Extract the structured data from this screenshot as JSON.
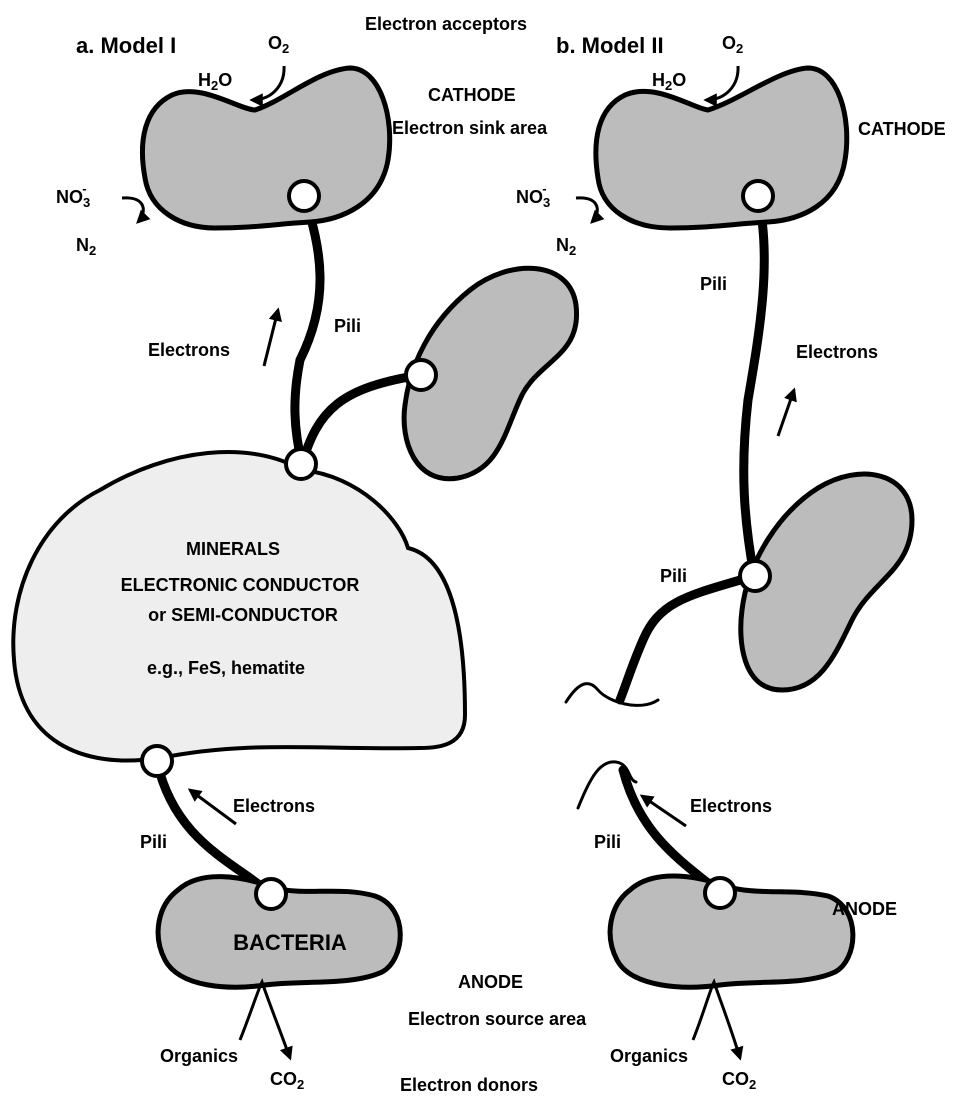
{
  "header": {
    "top_label": "Electron acceptors"
  },
  "model_a": {
    "title": "a. Model I",
    "cathode": "CATHODE",
    "cathode_sub": "Electron sink area",
    "o2_base": "O",
    "o2_sub": "2",
    "h2o_h": "H",
    "h2o_sub": "2",
    "h2o_o": "O",
    "no3_base": "NO",
    "no3_sub": "3",
    "no3_sup": "-",
    "n2_base": "N",
    "n2_sub": "2",
    "electrons_upper": "Electrons",
    "pili_upper": "Pili",
    "minerals_title": "MINERALS",
    "minerals_line1": "ELECTRONIC CONDUCTOR",
    "minerals_line2": "or SEMI-CONDUCTOR",
    "minerals_eg": "e.g., FeS, hematite",
    "electrons_lower": "Electrons",
    "pili_lower": "Pili",
    "bacteria": "BACTERIA",
    "anode": "ANODE",
    "anode_sub": "Electron source area",
    "organics": "Organics",
    "co2_base": "CO",
    "co2_sub": "2",
    "donors": "Electron donors"
  },
  "model_b": {
    "title": "b. Model II",
    "cathode": "CATHODE",
    "o2_base": "O",
    "o2_sub": "2",
    "h2o_h": "H",
    "h2o_sub": "2",
    "h2o_o": "O",
    "no3_base": "NO",
    "no3_sub": "3",
    "no3_sup": "-",
    "n2_base": "N",
    "n2_sub": "2",
    "pili_upper": "Pili",
    "electrons_upper": "Electrons",
    "pili_mid": "Pili",
    "electrons_lower": "Electrons",
    "pili_lower": "Pili",
    "anode": "ANODE",
    "organics": "Organics",
    "co2_base": "CO",
    "co2_sub": "2"
  },
  "colors": {
    "cell_fill": "#bcbcbc",
    "mineral_fill": "#eeeeee",
    "stroke": "#000000"
  }
}
